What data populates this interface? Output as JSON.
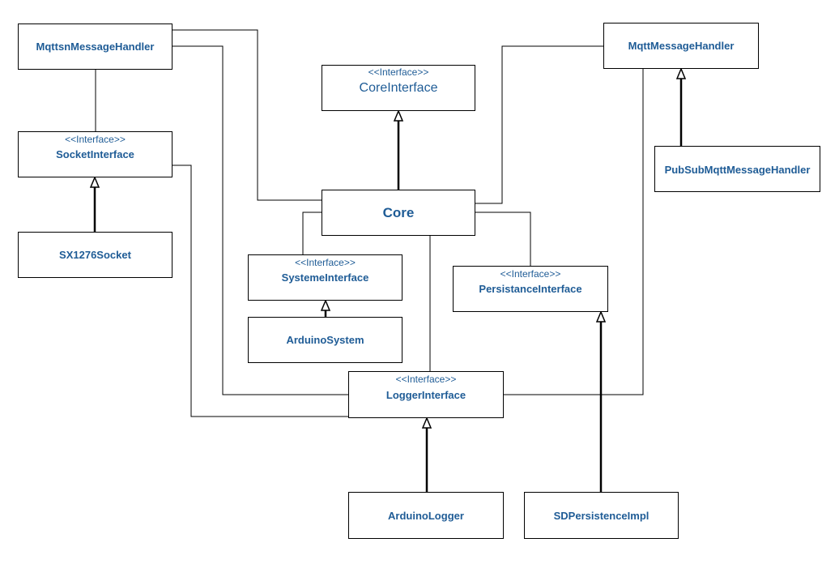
{
  "diagram": {
    "mqttsn_message_handler": {
      "name": "MqttsnMessageHandler"
    },
    "mqtt_message_handler": {
      "name": "MqttMessageHandler"
    },
    "core_interface": {
      "stereotype": "<<Interface>>",
      "name": "CoreInterface"
    },
    "socket_interface": {
      "stereotype": "<<Interface>>",
      "name": "SocketInterface"
    },
    "pubsub_mqtt_message_handler": {
      "name": "PubSubMqttMessageHandler"
    },
    "core": {
      "name": "Core"
    },
    "sx1276_socket": {
      "name": "SX1276Socket"
    },
    "systeme_interface": {
      "stereotype": "<<Interface>>",
      "name": "SystemeInterface"
    },
    "persistance_interface": {
      "stereotype": "<<Interface>>",
      "name": "PersistanceInterface"
    },
    "arduino_system": {
      "name": "ArduinoSystem"
    },
    "logger_interface": {
      "stereotype": "<<Interface>>",
      "name": "LoggerInterface"
    },
    "arduino_logger": {
      "name": "ArduinoLogger"
    },
    "sd_persistence_impl": {
      "name": "SDPersistenceImpl"
    }
  },
  "colors": {
    "text": "#1f5c96",
    "border": "#000000",
    "background": "#ffffff"
  }
}
